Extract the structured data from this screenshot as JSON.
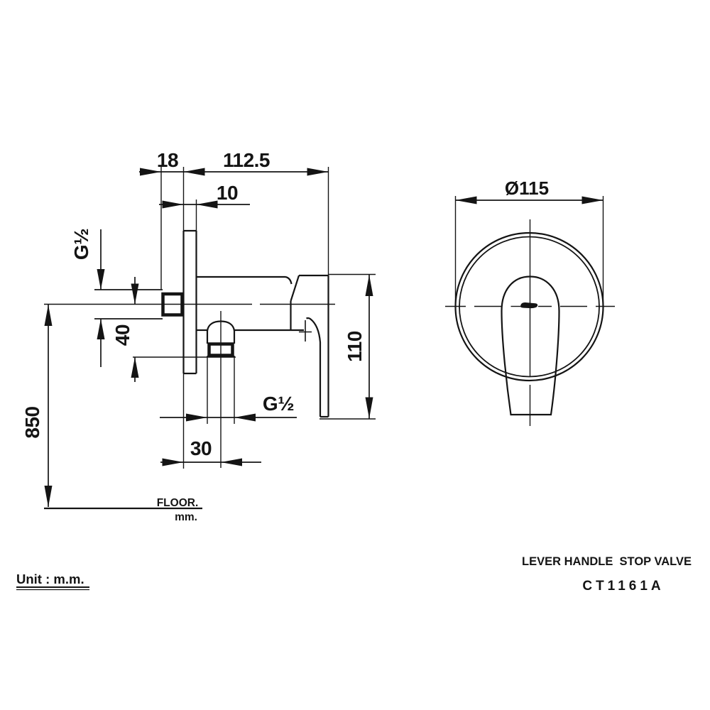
{
  "colors": {
    "ink": "#141414",
    "paper": "#ffffff"
  },
  "side_view": {
    "dim_wall_depth": "18",
    "dim_projection": "112.5",
    "dim_plate_thickness": "10",
    "inlet_thread": "G½",
    "dim_drop": "40",
    "dim_handle_height": "110",
    "dim_floor_height": "850",
    "dim_outlet_offset": "30",
    "outlet_thread": "G½",
    "floor_label": "FLOOR.",
    "floor_unit": "mm."
  },
  "front_view": {
    "dim_diameter": "Ø115"
  },
  "footer": {
    "unit_note": "Unit : m.m.",
    "product_name": "LEVER HANDLE  STOP VALVE",
    "product_code": "CT1161A"
  }
}
